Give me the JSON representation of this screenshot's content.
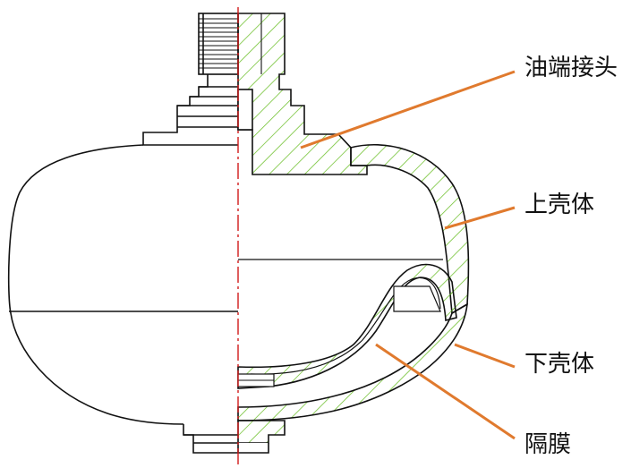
{
  "labels": {
    "oil_port": "油端接头",
    "upper_shell": "上壳体",
    "lower_shell": "下壳体",
    "diaphragm": "隔膜"
  },
  "colors": {
    "outline": "#111111",
    "hatch": "#6cbf2a",
    "leader": "#e07a2e",
    "centerline": "#d11a1a",
    "background": "#ffffff"
  }
}
